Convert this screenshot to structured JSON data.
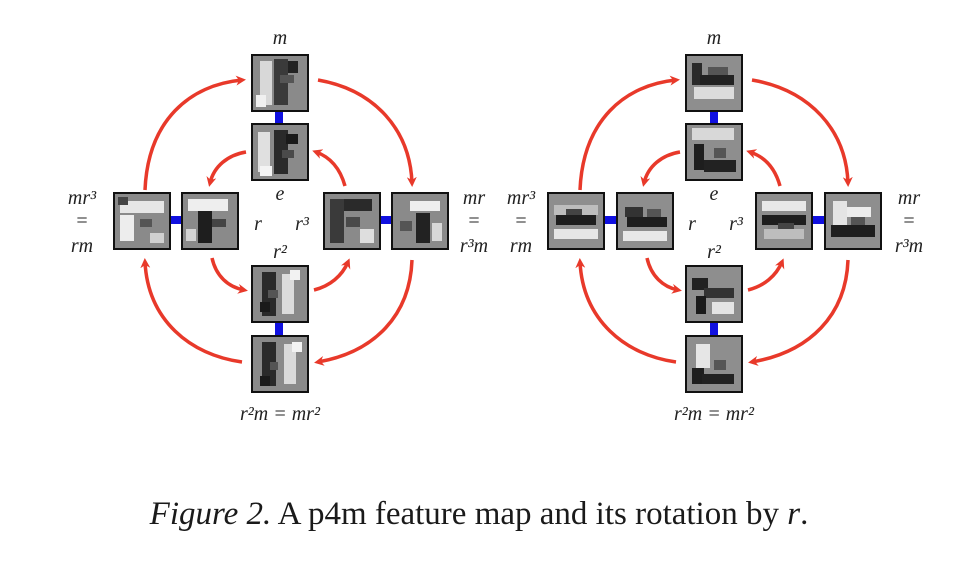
{
  "caption": {
    "figure_label": "Figure 2.",
    "text_before": " A p4m feature map and its rotation by ",
    "variable": "r",
    "text_after": "."
  },
  "panels": [
    {
      "top_label": "m",
      "center_label_e": "e",
      "center_label_r": "r",
      "center_label_r3": "r³",
      "center_label_r2": "r²",
      "left_label_top": "mr³",
      "left_label_eq": "=",
      "left_label_bottom": "rm",
      "right_label_top": "mr",
      "right_label_eq": "=",
      "right_label_bottom": "r³m",
      "bottom_label": "r²m = mr²"
    },
    {
      "top_label": "m",
      "center_label_e": "e",
      "center_label_r": "r",
      "center_label_r3": "r³",
      "center_label_r2": "r²",
      "left_label_top": "mr³",
      "left_label_eq": "=",
      "left_label_bottom": "rm",
      "right_label_top": "mr",
      "right_label_eq": "=",
      "right_label_bottom": "r³m",
      "bottom_label": "r²m = mr²"
    }
  ],
  "colors": {
    "arrow": "#e8392a",
    "connector": "#1010e0",
    "tile_border": "#111111"
  }
}
